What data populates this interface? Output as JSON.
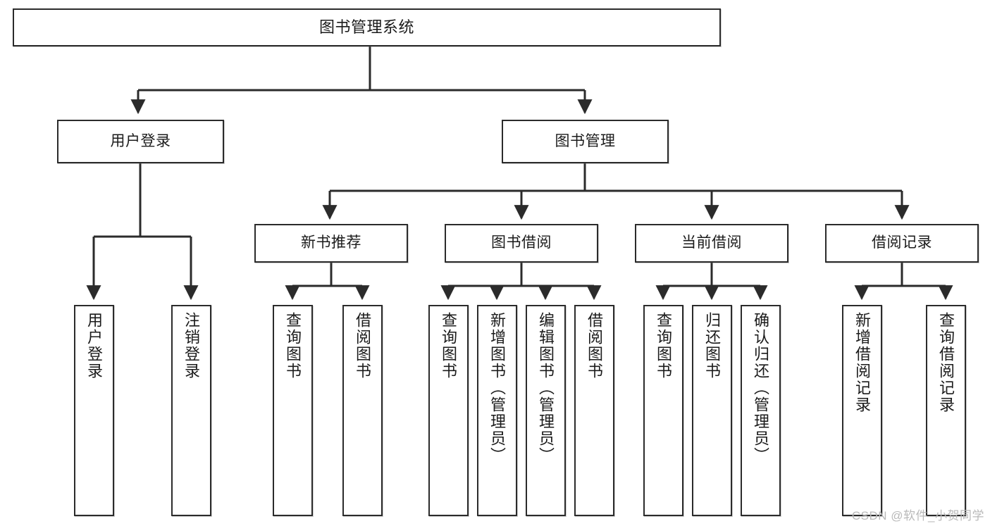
{
  "diagram": {
    "title": "图书管理系统",
    "type": "tree",
    "watermark": "CSDN @软件_小贺同学",
    "colors": {
      "stroke": "#2b2b2b",
      "fill": "#ffffff",
      "text": "#1b1b1b",
      "watermark": "#b9b9b9"
    },
    "nodes": {
      "root": {
        "label": "图书管理系统"
      },
      "level2": [
        {
          "id": "user-login",
          "label": "用户登录"
        },
        {
          "id": "book-manage",
          "label": "图书管理"
        }
      ],
      "level3": [
        {
          "id": "new-book-recommend",
          "label": "新书推荐"
        },
        {
          "id": "book-borrow",
          "label": "图书借阅"
        },
        {
          "id": "current-borrow",
          "label": "当前借阅"
        },
        {
          "id": "borrow-record",
          "label": "借阅记录"
        }
      ],
      "leaves": {
        "user_login": [
          {
            "id": "leaf-user-login",
            "label": "用户登录"
          },
          {
            "id": "leaf-logout-login",
            "label": "注销登录"
          }
        ],
        "new_book_recommend": [
          {
            "id": "leaf-query-book-1",
            "label": "查询图书"
          },
          {
            "id": "leaf-borrow-book-1",
            "label": "借阅图书"
          }
        ],
        "book_borrow": [
          {
            "id": "leaf-query-book-2",
            "label": "查询图书"
          },
          {
            "id": "leaf-add-book-admin",
            "label": "新增图书（管理员）"
          },
          {
            "id": "leaf-edit-book-admin",
            "label": "编辑图书（管理员）"
          },
          {
            "id": "leaf-borrow-book-2",
            "label": "借阅图书"
          }
        ],
        "current_borrow": [
          {
            "id": "leaf-query-book-3",
            "label": "查询图书"
          },
          {
            "id": "leaf-return-book",
            "label": "归还图书"
          },
          {
            "id": "leaf-confirm-return-admin",
            "label": "确认归还（管理员）"
          }
        ],
        "borrow_record": [
          {
            "id": "leaf-add-borrow-record",
            "label": "新增借阅记录"
          },
          {
            "id": "leaf-query-borrow-record",
            "label": "查询借阅记录"
          }
        ]
      }
    }
  }
}
